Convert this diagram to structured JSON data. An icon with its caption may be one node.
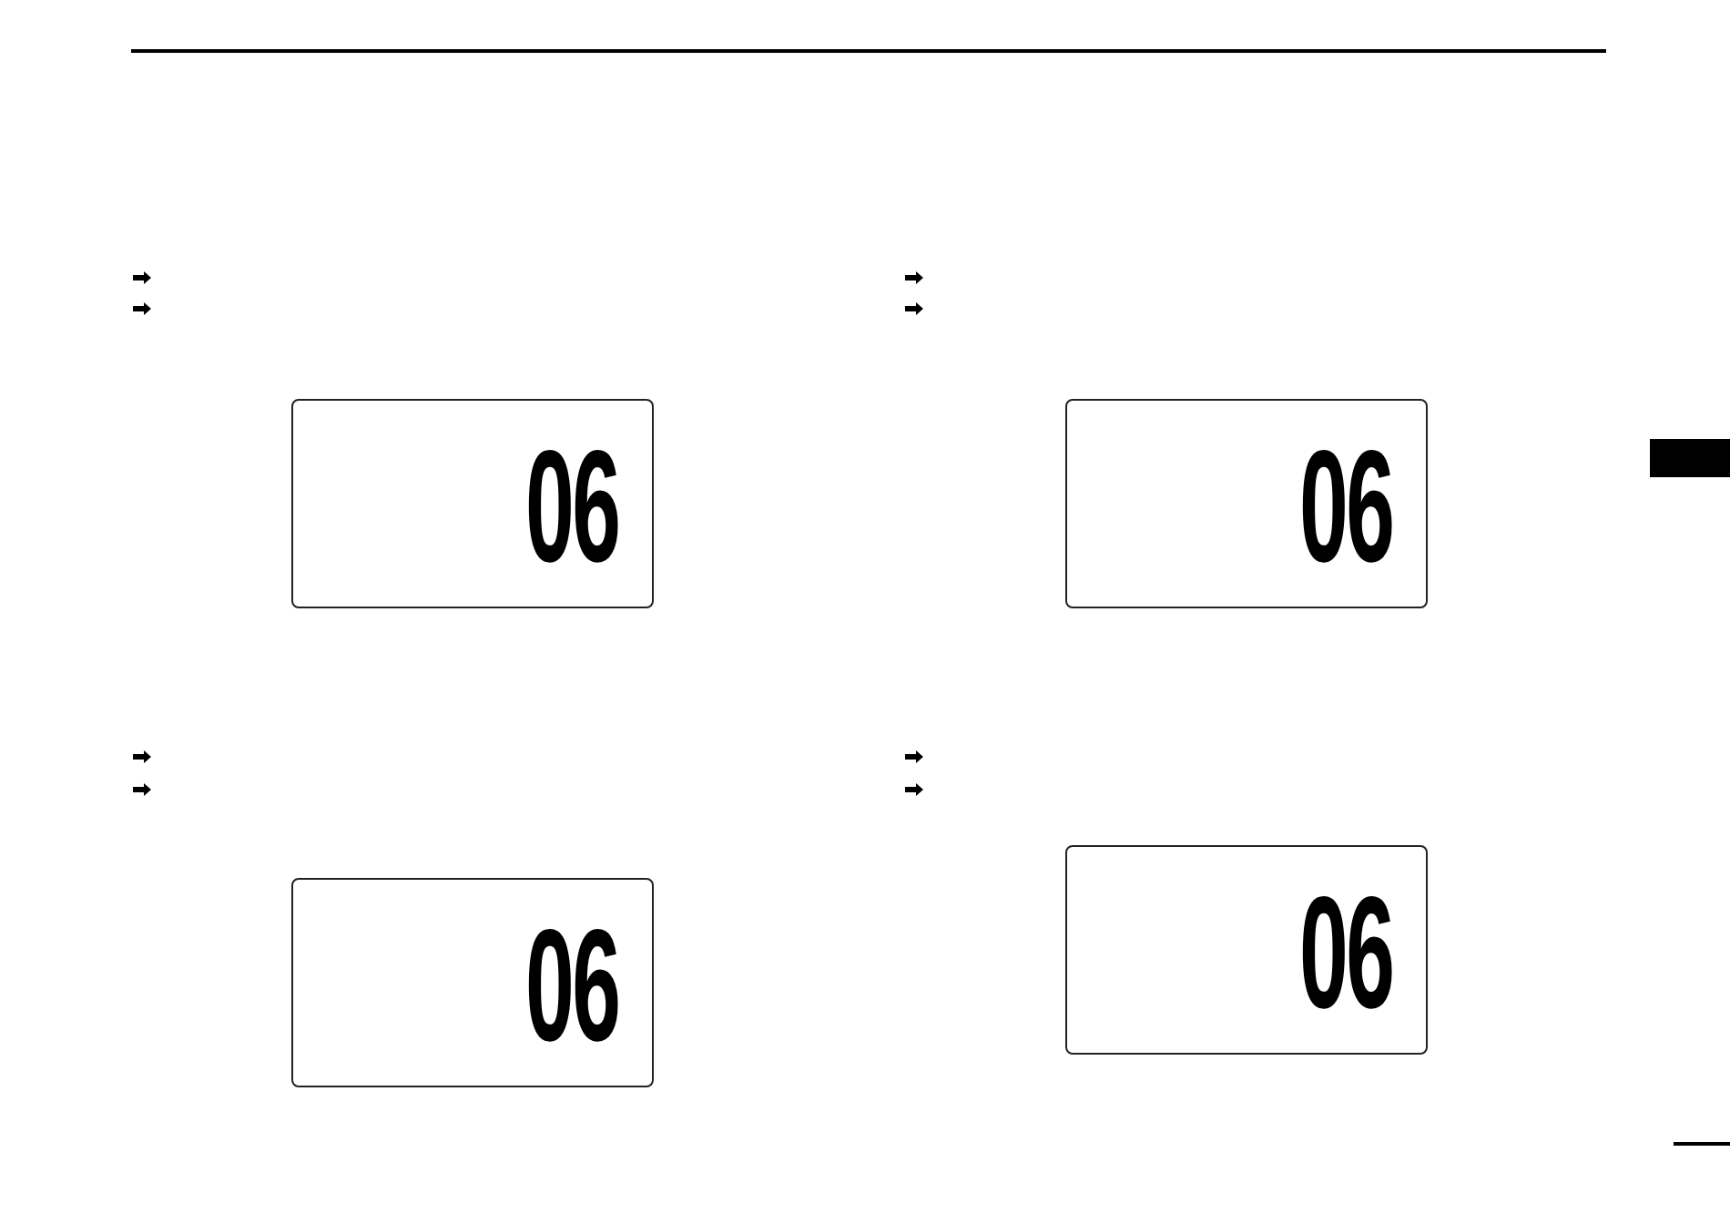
{
  "diagram": {
    "nodes": [
      {
        "text": [
          "06"
        ]
      },
      {
        "text": [
          "06"
        ]
      },
      {
        "text": [
          "06"
        ]
      },
      {
        "text": [
          "06"
        ]
      }
    ]
  }
}
